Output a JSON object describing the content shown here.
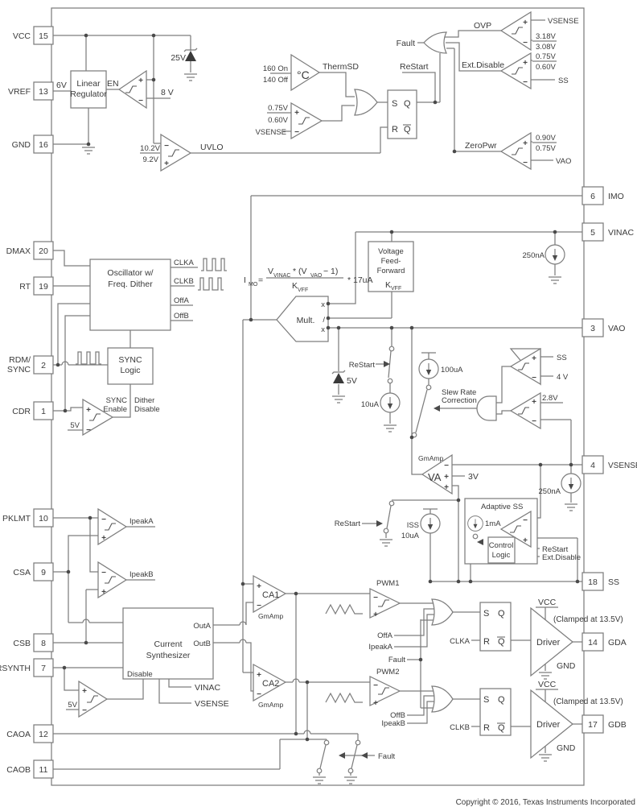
{
  "colors": {
    "wire": "#7d7d7d",
    "text": "#3a3a3a",
    "background": "#ffffff"
  },
  "sym": {
    "plus": "+",
    "minus": "−"
  },
  "pins": {
    "left": [
      {
        "label": "VCC",
        "num": "15"
      },
      {
        "label": "VREF",
        "num": "13"
      },
      {
        "label": "GND",
        "num": "16"
      },
      {
        "label": "DMAX",
        "num": "20"
      },
      {
        "label": "RT",
        "num": "19"
      },
      {
        "label": "RDM/",
        "label2": "SYNC",
        "num": "2"
      },
      {
        "label": "CDR",
        "num": "1"
      },
      {
        "label": "PKLMT",
        "num": "10"
      },
      {
        "label": "CSA",
        "num": "9"
      },
      {
        "label": "CSB",
        "num": "8"
      },
      {
        "label": "RSYNTH",
        "num": "7"
      },
      {
        "label": "CAOA",
        "num": "12"
      },
      {
        "label": "CAOB",
        "num": "11"
      }
    ],
    "right": [
      {
        "num": "6",
        "label": "IMO"
      },
      {
        "num": "5",
        "label": "VINAC"
      },
      {
        "num": "3",
        "label": "VAO"
      },
      {
        "num": "4",
        "label": "VSENSE"
      },
      {
        "num": "18",
        "label": "SS"
      },
      {
        "num": "14",
        "label": "GDA"
      },
      {
        "num": "17",
        "label": "GDB"
      }
    ]
  },
  "top_left": {
    "vref_v": "6V",
    "linreg1": "Linear",
    "linreg2": "Regulator",
    "en": "EN",
    "v8": "8 V",
    "zener": "25V",
    "uvlo": "UVLO",
    "uvlo_hi": "10.2V",
    "uvlo_lo": "9.2V"
  },
  "thermal": {
    "on": "160 On",
    "off": "140 Off",
    "degc": "°C",
    "out": "ThermSD"
  },
  "vs_cmp": {
    "hi": "0.75V",
    "lo": "0.60V",
    "in": "VSENSE"
  },
  "latch": {
    "s": "S",
    "q": "Q",
    "r": "R",
    "qb": "Q"
  },
  "fault_net": {
    "fault": "Fault",
    "restart": "ReStart"
  },
  "ovp": {
    "label": "OVP",
    "in": "VSENSE",
    "hi": "3.18V",
    "lo": "3.08V"
  },
  "extdis": {
    "label": "Ext.Disable",
    "hi": "0.75V",
    "lo": "0.60V",
    "in": "SS"
  },
  "zeropwr": {
    "label": "ZeroPwr",
    "hi": "0.90V",
    "lo": "0.75V",
    "in": "VAO"
  },
  "osc": {
    "line1": "Oscillator w/",
    "line2": "Freq. Dither",
    "clka": "CLKA",
    "clkb": "CLKB",
    "offa": "OffA",
    "offb": "OffB"
  },
  "sync": {
    "logic1": "SYNC",
    "logic2": "Logic",
    "en1": "SYNC",
    "en2": "Enable",
    "dd1": "Dither",
    "dd2": "Disable",
    "ref": "5V"
  },
  "mult": {
    "label": "Mult.",
    "in_top": "x",
    "in_mid": "/",
    "in_bot": "x"
  },
  "eq": {
    "i": "I",
    "i_sub": "MO",
    "eq": "=",
    "v1": "V",
    "v1_sub": "VINAC",
    "mid": "* (V",
    "v2_sub": "VAO",
    "num_end": "− 1)",
    "den": "K",
    "den_sub": "VFF",
    "tail": "* 17uA"
  },
  "vff": {
    "l1": "Voltage",
    "l2": "Feed-",
    "l3": "Forward",
    "k": "K",
    "k_sub": "VFF"
  },
  "sources": {
    "vinac": "250nA",
    "vsense": "250nA",
    "i100": "100uA",
    "i10": "10uA",
    "i1ma": "1mA",
    "iss1": "ISS",
    "iss2": "10uA"
  },
  "vao_net": {
    "zener": "5V",
    "slew1": "Slew Rate",
    "slew2": "Correction"
  },
  "ss4": {
    "p": "SS",
    "m": "4 V"
  },
  "c28": {
    "ref": "2.8V"
  },
  "va": {
    "gm": "GmAmp",
    "label": "VA",
    "ref": "3V"
  },
  "adaptive": {
    "title": "Adaptive SS",
    "ctl1": "Control",
    "ctl2": "Logic",
    "restart": "ReStart",
    "extdis": "Ext.Disable"
  },
  "peak": {
    "a": "IpeakA",
    "b": "IpeakB"
  },
  "synth": {
    "l1": "Current",
    "l2": "Synthesizer",
    "disable": "Disable",
    "outa": "OutA",
    "outb": "OutB",
    "vinac": "VINAC",
    "vsense": "VSENSE",
    "ref": "5V"
  },
  "ca": {
    "ca1": "CA1",
    "ca2": "CA2",
    "gm": "GmAmp"
  },
  "pwm": {
    "p1": "PWM1",
    "p2": "PWM2",
    "offa": "OffA",
    "ipeaka": "IpeakA",
    "offb": "OffB",
    "ipeakb": "IpeakB"
  },
  "drv": {
    "label": "Driver",
    "vcc": "VCC",
    "gnd": "GND",
    "clamp": "(Clamped at 13.5V)"
  },
  "footer": {
    "copyright": "Copyright © 2016, Texas Instruments Incorporated"
  }
}
